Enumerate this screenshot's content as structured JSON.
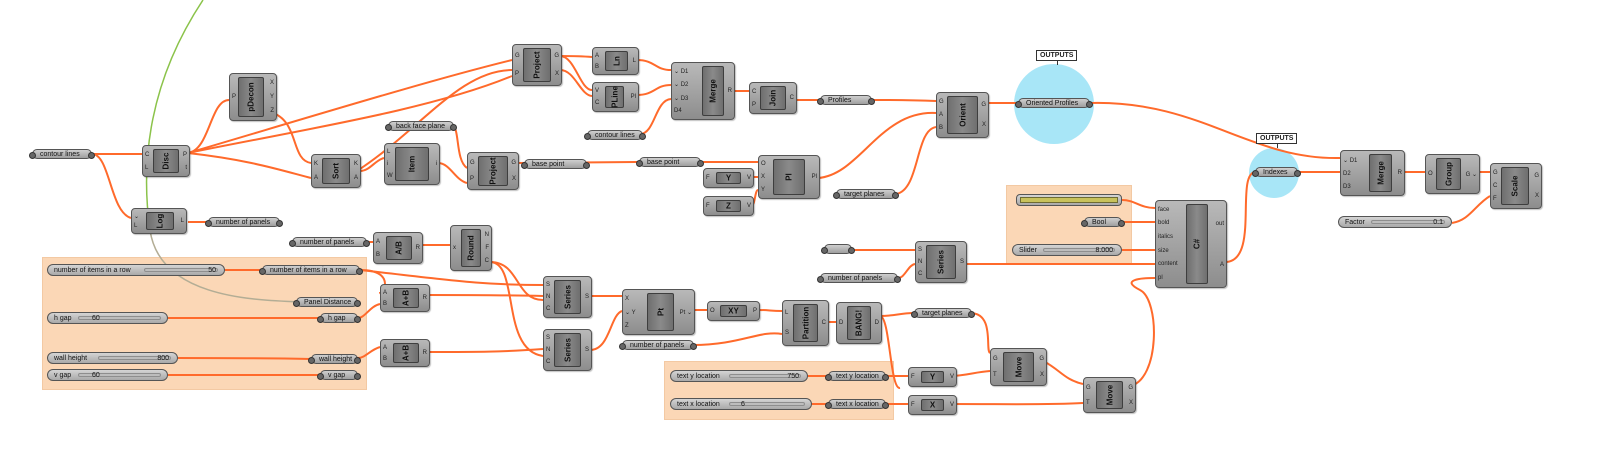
{
  "callouts": {
    "outputs_1": "OUTPUTS",
    "outputs_2": "OUTPUTS"
  },
  "params": {
    "contour_lines_1": "contour lines",
    "contour_lines_2": "contour lines",
    "back_face_plane": "back face plane",
    "base_point_1": "base point",
    "base_point_2": "base point",
    "profiles": "Profiles",
    "oriented_profiles": "Oriented Profiles",
    "target_planes_1": "target planes",
    "target_planes_2": "target planes",
    "number_of_panels_1": "number of panels",
    "number_of_panels_2": "number of panels",
    "number_of_panels_3": "number of panels",
    "number_of_panels_4": "number of panels",
    "number_of_items_in_a_row": "number of items in a row",
    "panel_distance": "Panel Distance",
    "h_gap": "h gap",
    "wall_height": "wall height",
    "v_gap": "v gap",
    "text_y_location": "text y location",
    "text_x_location": "text x location",
    "indexes": "Indexes",
    "bool": "Bool"
  },
  "sliders": {
    "items_in_row": {
      "label": "number of items in a row",
      "value": "50"
    },
    "h_gap": {
      "label": "h gap",
      "value": "60"
    },
    "wall_height": {
      "label": "wall height",
      "value": "800"
    },
    "v_gap": {
      "label": "v gap",
      "value": "60"
    },
    "text_y": {
      "label": "text y location",
      "value": "750"
    },
    "text_x": {
      "label": "text x location",
      "value": "6"
    },
    "slider": {
      "label": "Slider",
      "value": "8.000"
    },
    "factor": {
      "label": "Factor",
      "value": "0.1"
    }
  },
  "components": {
    "disc": "Disc",
    "log": "Log",
    "pdecon": "pDecon",
    "sort": "Sort",
    "item": "Item",
    "project_1": "Project",
    "project_2": "Project",
    "ln": "Ln",
    "pline": "PLine",
    "merge_1": "Merge",
    "join": "Join",
    "orient": "Orient",
    "pl": "Pl",
    "y": "Y",
    "z": "Z",
    "ab_div": "A/B",
    "round": "Round",
    "ab_add_1": "A+B",
    "ab_add_2": "A+B",
    "series_1": "Series",
    "series_2": "Series",
    "series_3": "Series",
    "pt": "Pt",
    "xy": "XY",
    "partition": "Partition",
    "bang": "BANG!",
    "move_1": "Move",
    "move_2": "Move",
    "x": "X",
    "y2": "Y",
    "csharp": "C#",
    "merge_2": "Merge",
    "group": "Group",
    "scale": "Scale"
  },
  "csharp_inputs": [
    "face",
    "bold",
    "italics",
    "size",
    "content",
    "pl"
  ],
  "csharp_outputs": [
    "out",
    "A"
  ],
  "merge_inputs": [
    "D1",
    "D2",
    "D3",
    "D4"
  ],
  "colors": {
    "wire": "#ff6a2b",
    "wire_green": "#8bc34a",
    "wire_gray": "#b3ad95",
    "group": "#fbd7b6",
    "halo": "#9fe3f6",
    "swatch": "#c8c25c"
  }
}
